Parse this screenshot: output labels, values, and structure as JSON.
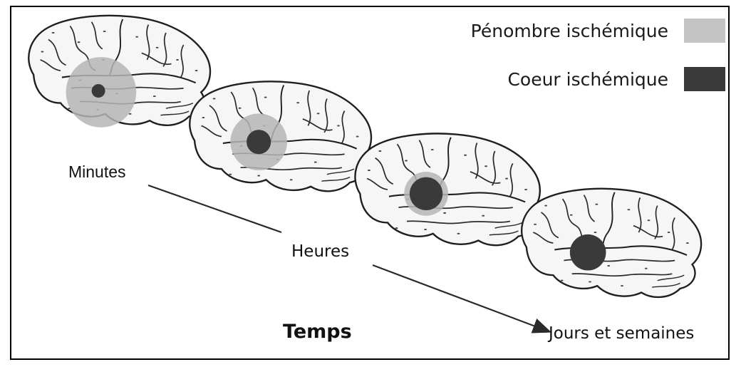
{
  "legend": {
    "penumbra_label": "Pénombre ischémique",
    "core_label": "Coeur ischémique",
    "penumbra_color": "#c4c4c4",
    "core_color": "#3a3a3a"
  },
  "timeline": {
    "minutes": "Minutes",
    "hours": "Heures",
    "days_weeks": "Jours et semaines",
    "axis_title": "Temps"
  },
  "stages": [
    {
      "stage": "Minutes",
      "penumbra": "large",
      "core": "small"
    },
    {
      "stage": "Heures",
      "penumbra": "medium",
      "core": "medium"
    },
    {
      "stage": "Heures",
      "penumbra": "thin",
      "core": "large"
    },
    {
      "stage": "Jours et semaines",
      "penumbra": "none",
      "core": "large"
    }
  ]
}
